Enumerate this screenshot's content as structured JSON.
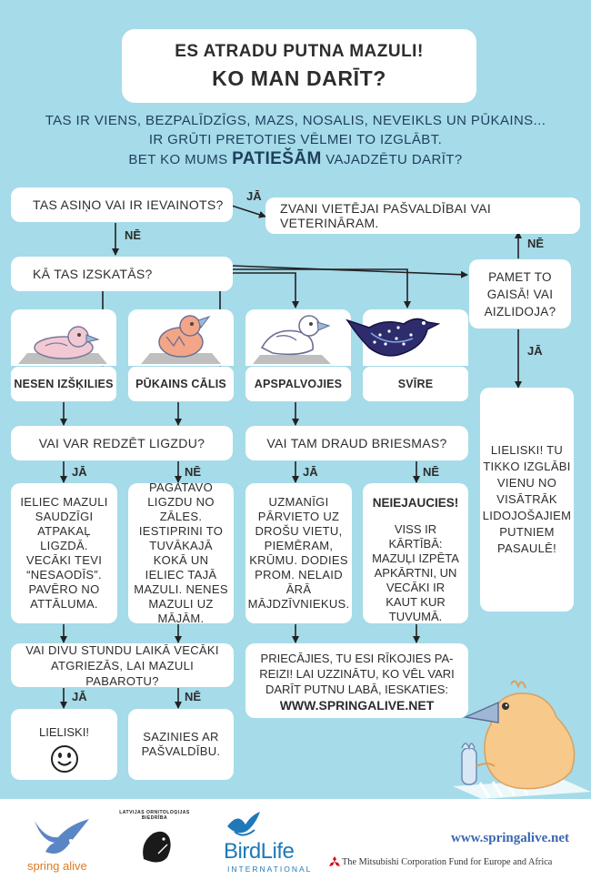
{
  "header": {
    "line1": "ES ATRADU PUTNA MAZULI!",
    "line2": "KO MAN DARĪT?"
  },
  "intro": {
    "line1": "TAS IR VIENS, BEZPALĪDZĪGS, MAZS, NOSALIS, NEVEIKLS UN PŪKAINS...",
    "line2": "IR GRŪTI PRETOTIES VĒLMEI TO IZGLĀBT.",
    "line3_pre": "BET KO MUMS",
    "line3_em": "PATIEŠĀM",
    "line3_post": "VAJADZĒTU DARĪT?"
  },
  "flow": {
    "q_bleeding": "TAS ASIŅO VAI IR IEVAINOTS?",
    "call_vet": "ZVANI VIETĒJAI PAŠVALDĪBAI VAI VETERINĀRAM.",
    "q_looks": "KĀ TAS IZSKATĀS?",
    "q_flew": "PAMET TO GAISĀ! VAI AIZLIDOJA?",
    "great_saved": "LIELISKI! TU TIKKO IZGLĀBI VIENU NO VISĀTRĀK LIDOJOŠAJIEM PUTNIEM PASAULĒ!",
    "categories": [
      "NESEN IZŠĶILIES",
      "PŪKAINS CĀLIS",
      "APSPALVOJIES",
      "SVĪRE"
    ],
    "q_nest": "VAI VAR REDZĒT LIGZDU?",
    "q_danger": "VAI TAM DRAUD BRIESMAS?",
    "nest_yes": "IELIEC MAZULI SAUDZĪGI ATPAKAĻ LIGZDĀ. VECĀKI TEVI “NESAODĪS”. PAVĒRO NO ATTĀLUMA.",
    "nest_no": "PAGATAVO LIGZDU NO ZĀLES. IESTIPRINI TO TUVĀKAJĀ KOKĀ UN IELIEC TAJĀ MAZULI. NENES MAZULI UZ MĀJĀM.",
    "danger_yes": "UZMANĪGI PĀRVIETO UZ DROŠU VIETU, PIEMĒRAM, KRŪMU. DODIES PROM. NELAID ĀRĀ MĀJDZĪVNIEKUS.",
    "danger_no_title": "NEIEJAUCIES!",
    "danger_no": "VISS IR KĀRTĪBĀ: MAZUĻI IZPĒTA APKĀRTNI, UN VECĀKI IR KAUT KUR TUVUMĀ.",
    "q_parents": "VAI DIVU STUNDU LAIKĀ VECĀKI ATGRIEZĀS, LAI MAZULI PABAROTU?",
    "rejoice": "PRIECĀJIES, TU ESI RĪKOJIES PA-REIZI! LAI UZZINĀTU, KO VĒL VARI DARĪT PUTNU LABĀ, IESKATIES:",
    "website": "WWW.SPRINGALIVE.NET",
    "parents_yes": "LIELISKI!",
    "parents_no": "SAZINIES AR PAŠVALDĪBU.",
    "yes": "JĀ",
    "no": "NĒ"
  },
  "footer": {
    "logo_spring": "spring alive",
    "logo_lob": "LATVIJAS ORNITOLOĢIJAS BIEDRĪBA",
    "logo_birdlife": "BirdLife",
    "logo_birdlife_sub": "INTERNATIONAL",
    "url": "www.springalive.net",
    "mitsubishi": "The Mitsubishi Corporation Fund for Europe and Africa"
  },
  "colors": {
    "background": "#a6dbe9",
    "box": "#ffffff",
    "text": "#2d2d2d",
    "intro_text": "#1f3f5e",
    "chick": "#f7c98a",
    "link": "#3a67b1"
  },
  "icons": [
    "hatchling-icon",
    "downy-chick-icon",
    "fledgling-icon",
    "starling-icon",
    "smiley-icon",
    "chick-mascot-icon"
  ]
}
